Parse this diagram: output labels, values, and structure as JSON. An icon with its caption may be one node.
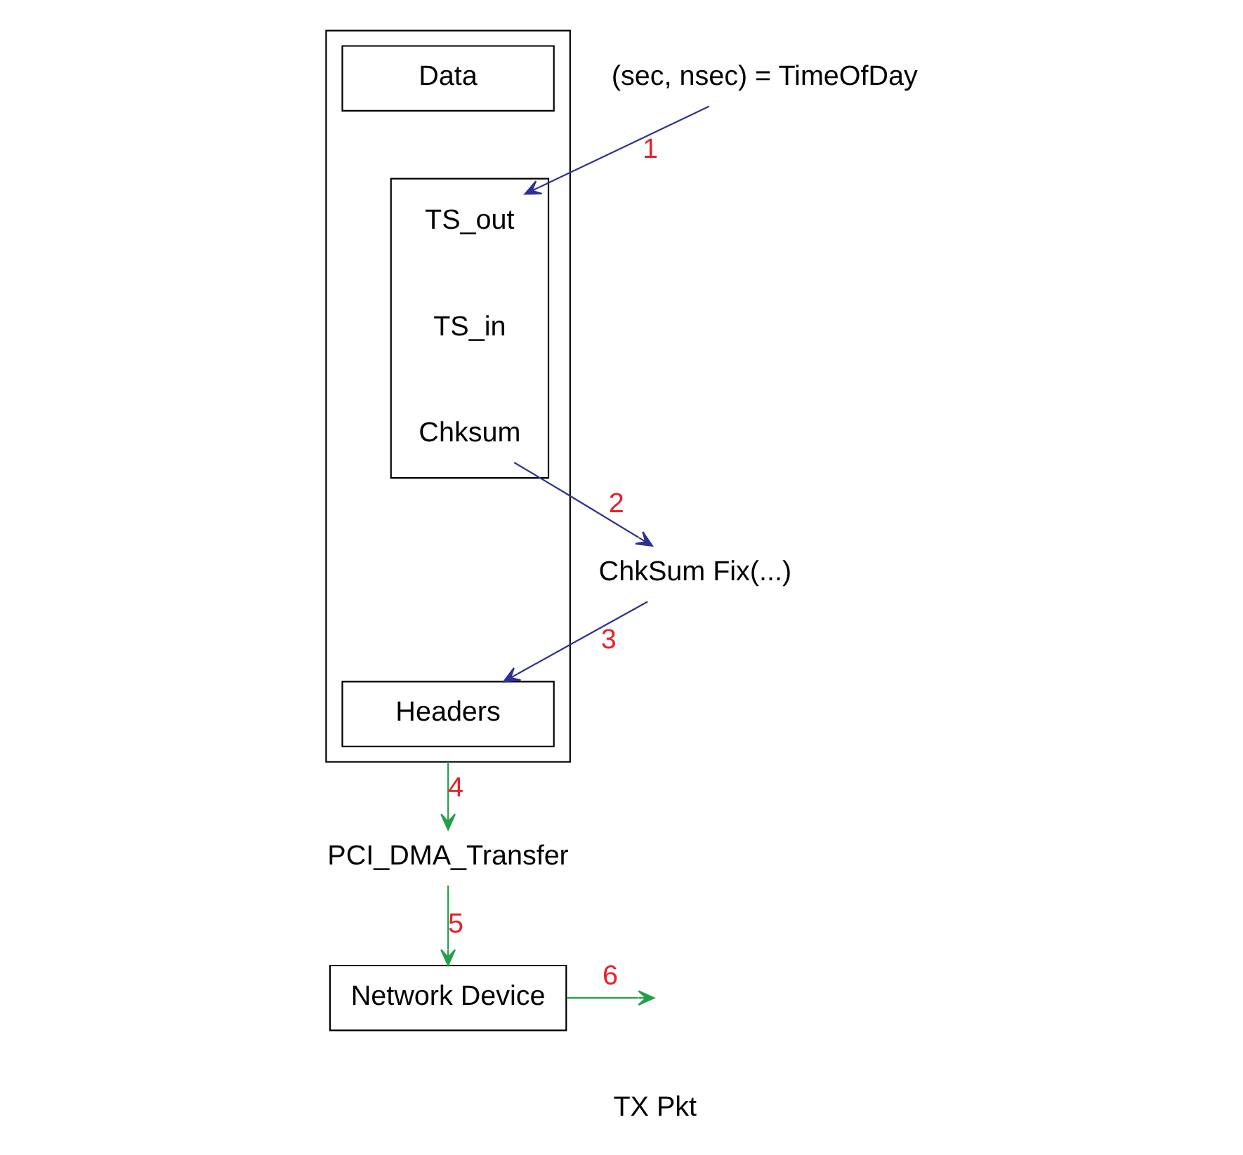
{
  "diagram": {
    "nodes": [
      {
        "text": [],
        "shape": "box"
      },
      {
        "text": [
          "Data"
        ],
        "in": 0
      },
      {
        "text": [],
        "shape": "box",
        "in": 0
      },
      {
        "text": [
          "TS_out"
        ],
        "in": 2
      },
      {
        "text": [
          "TS_in"
        ],
        "in": 2
      },
      {
        "text": [
          "Chksum"
        ],
        "in": 2
      },
      {
        "text": [
          "Headers"
        ],
        "in": 0
      },
      {
        "text": [
          "(sec, nsec) = TimeOfDay"
        ]
      },
      {
        "text": [
          "ChkSum Fix(...)"
        ]
      },
      {
        "text": [
          "PCI_DMA_Transfer"
        ]
      },
      {
        "text": [
          "Network Device"
        ]
      }
    ],
    "edges": [
      {
        "from": 7,
        "to": 3,
        "arrow": "to",
        "label": "1",
        "color": "#2e3192"
      },
      {
        "from": 5,
        "to": 8,
        "arrow": "to",
        "label": "2",
        "color": "#2e3192"
      },
      {
        "from": 8,
        "to": 6,
        "arrow": "to",
        "label": "3",
        "color": "#2e3192"
      },
      {
        "from": 0,
        "to": 9,
        "arrow": "to",
        "label": "4",
        "color": "#22a04b"
      },
      {
        "from": 9,
        "to": 10,
        "arrow": "to",
        "label": "5",
        "color": "#22a04b"
      },
      {
        "from": 10,
        "to": null,
        "arrow": "to",
        "label": "6",
        "color": "#22a04b"
      }
    ],
    "labels": [
      "TX Pkt"
    ]
  }
}
